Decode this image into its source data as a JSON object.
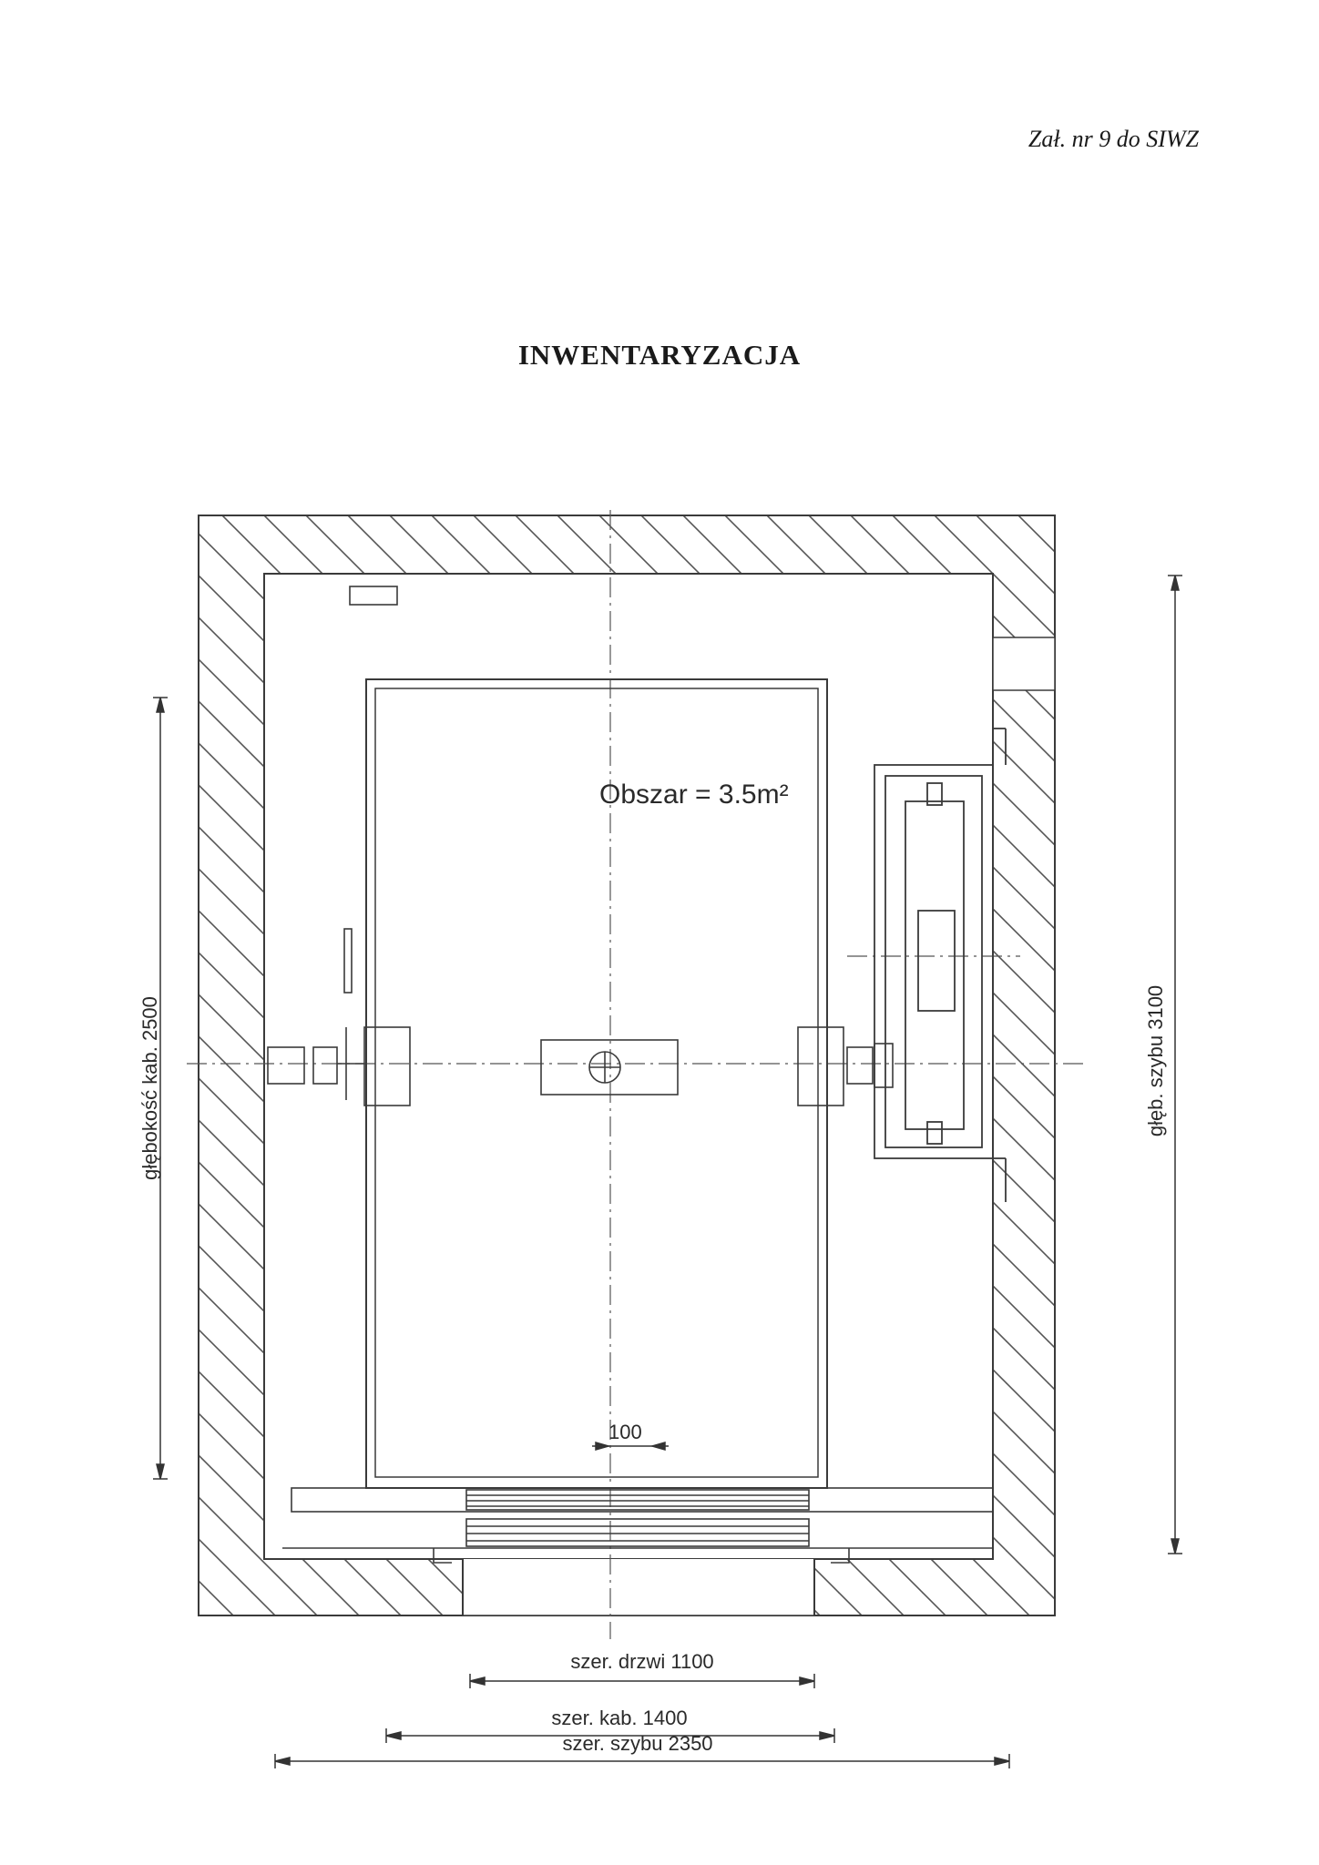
{
  "header": {
    "attachment_note": "Zał. nr 9 do SIWZ"
  },
  "document": {
    "title": "INWENTARYZACJA"
  },
  "drawing": {
    "area_label": "Obszar = 3.5m²",
    "gap_label": "100",
    "cabin_depth_label": "głębokość kab. 2500",
    "shaft_depth_label": "głęb. szybu 3100",
    "door_width_label": "szer. drzwi 1100",
    "cabin_width_label": "szer. kab. 1400",
    "shaft_width_label": "szer. szybu 2350"
  },
  "colors": {
    "line": "#3a3a3a",
    "hatch": "#555555",
    "paper": "#ffffff"
  }
}
